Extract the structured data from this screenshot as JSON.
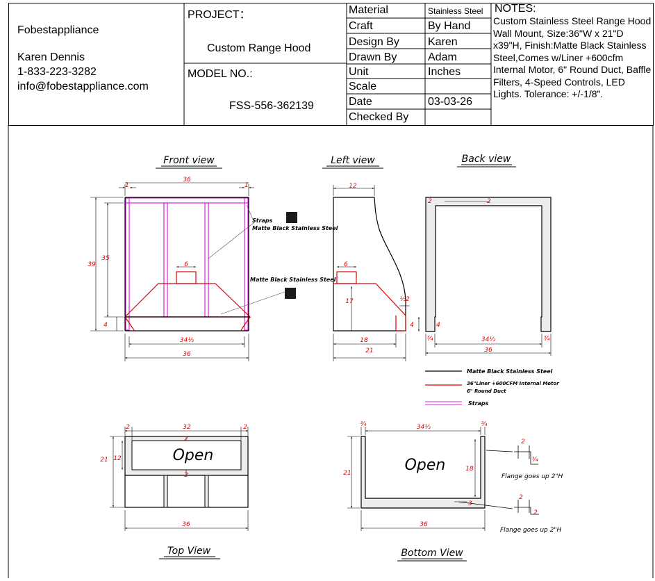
{
  "company": {
    "name": "Fobestappliance",
    "contact": "Karen Dennis",
    "phone": "1-833-223-3282",
    "email": "info@fobestappliance.com"
  },
  "project": {
    "label": "PROJECT：",
    "value": "Custom Range Hood",
    "model_label": "MODEL NO.:",
    "model_value": "FSS-556-362139"
  },
  "specs": [
    {
      "key": "Material",
      "value": "Stainless Steel"
    },
    {
      "key": "Craft",
      "value": "By Hand"
    },
    {
      "key": "Design By",
      "value": "Karen"
    },
    {
      "key": "Drawn By",
      "value": "Adam"
    },
    {
      "key": "Unit",
      "value": "Inches"
    },
    {
      "key": "Scale",
      "value": ""
    },
    {
      "key": "Date",
      "value": "03-03-26"
    },
    {
      "key": "Checked By",
      "value": ""
    }
  ],
  "notes": {
    "title": "NOTES:",
    "body": "Custom Stainless Steel Range Hood Wall Mount, Size:36\"W x 21\"D x39\"H, Finish:Matte Black Stainless Steel,Comes w/Liner +600cfm Internal Motor, 6\" Round Duct, Baffle Filters, 4-Speed Controls, LED Lights. Tolerance: +/-1/8\"."
  },
  "views": {
    "front": "Front view",
    "left": "Left view",
    "back": "Back view",
    "top": "Top View",
    "bottom": "Bottom View"
  },
  "callouts": {
    "straps": "Straps",
    "matte_black": "Matte Black Stainless Steel",
    "open": "Open",
    "flange": "Flange goes up 2\"H"
  },
  "legend": {
    "black": "Matte Black Stainless Steel",
    "red_1": "36\"Liner +600CFM Internal Motor",
    "red_2": "6\" Round Duct",
    "magenta": "Straps"
  },
  "dims": {
    "d36": "36",
    "d39": "39",
    "d35": "35",
    "d4": "4",
    "d1": "1",
    "d6": "6",
    "d34h": "34½",
    "d12": "12",
    "d17": "17",
    "d18": "18",
    "d21": "21",
    "d2": "2",
    "d32": "32",
    "d3": "3",
    "d34q": "¾",
    "dhalf": "½"
  },
  "colors": {
    "outline": "#000000",
    "liner": "#e00000",
    "straps": "#e020e0",
    "panel": "#ededed",
    "swatch": "#1a1a1a"
  }
}
